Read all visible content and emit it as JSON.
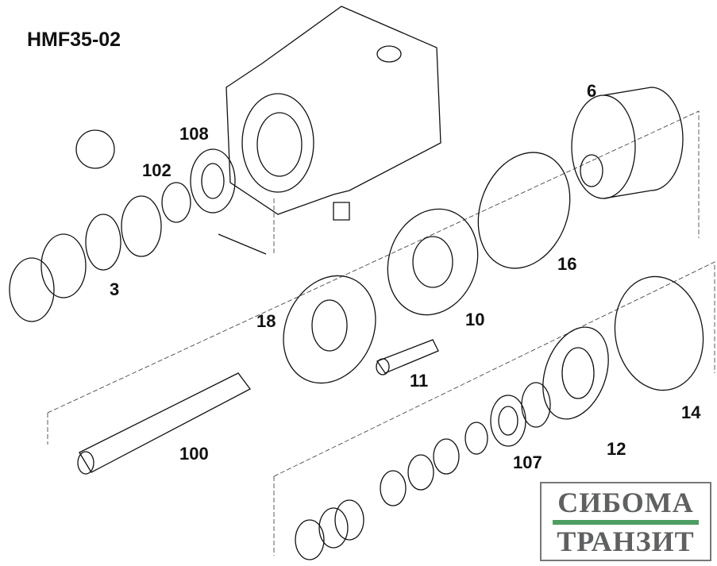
{
  "title": "HMF35-02",
  "part_labels": {
    "p6": "6",
    "p108": "108",
    "p102": "102",
    "p3": "3",
    "p16": "16",
    "p18": "18",
    "p10": "10",
    "p11": "11",
    "p14": "14",
    "p12": "12",
    "p107": "107",
    "p100": "100"
  },
  "logo": {
    "line1": "СИБОМА",
    "line2": "ТРАНЗИТ",
    "accent": "#4d9e62"
  }
}
